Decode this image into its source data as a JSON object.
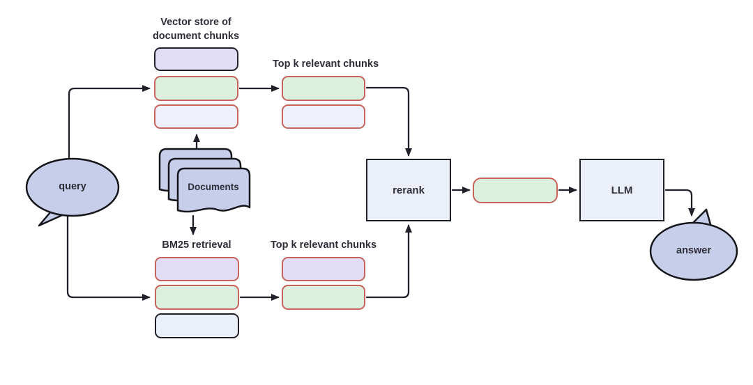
{
  "diagram": {
    "description": "Hybrid retrieval RAG pipeline flowchart",
    "colors": {
      "purple_fill": "#e2ddf7",
      "green_fill": "#dbf0df",
      "lavender_fill": "#eef1fa",
      "blue_fill": "#eaeff8",
      "bubble_fill": "#c6cee9",
      "red_border": "#c9625a",
      "dark_border": "#20202a",
      "text": "#2e2e38",
      "background": "#ffffff"
    },
    "nodes": {
      "query": {
        "label": "query",
        "shape": "speech-bubble",
        "fill": "#c6cee9"
      },
      "documents": {
        "label": "Documents",
        "shape": "document-stack",
        "fill": "#c6cee9"
      },
      "vector_store": {
        "title": "Vector store of document chunks",
        "chunks": [
          {
            "fill": "#e2ddf7",
            "border": "#20202a"
          },
          {
            "fill": "#dbf0df",
            "border": "#c9625a"
          },
          {
            "fill": "#eef1fa",
            "border": "#c9625a"
          }
        ]
      },
      "top_k_vector": {
        "title": "Top k relevant chunks",
        "chunks": [
          {
            "fill": "#dbf0df",
            "border": "#c9625a"
          },
          {
            "fill": "#eef1fa",
            "border": "#c9625a"
          }
        ]
      },
      "bm25": {
        "title": "BM25 retrieval",
        "chunks": [
          {
            "fill": "#e2ddf7",
            "border": "#c9625a"
          },
          {
            "fill": "#dbf0df",
            "border": "#c9625a"
          },
          {
            "fill": "#eaeff8",
            "border": "#20202a"
          }
        ]
      },
      "top_k_bm25": {
        "title": "Top k relevant chunks",
        "chunks": [
          {
            "fill": "#e2ddf7",
            "border": "#c9625a"
          },
          {
            "fill": "#dbf0df",
            "border": "#c9625a"
          }
        ]
      },
      "rerank": {
        "label": "rerank",
        "fill": "#eaeff8"
      },
      "reranked_chunk": {
        "fill": "#dbf0df",
        "border": "#c9625a"
      },
      "llm": {
        "label": "LLM",
        "fill": "#eaeff8"
      },
      "answer": {
        "label": "answer",
        "shape": "speech-bubble",
        "fill": "#c6cee9"
      }
    },
    "edges": [
      {
        "from": "query",
        "to": "vector-store"
      },
      {
        "from": "query",
        "to": "bm25-retrieval"
      },
      {
        "from": "documents",
        "to": "vector-store"
      },
      {
        "from": "documents",
        "to": "bm25-retrieval"
      },
      {
        "from": "vector-store",
        "to": "top-k-relevant-chunks-vector"
      },
      {
        "from": "bm25-retrieval",
        "to": "top-k-relevant-chunks-bm25"
      },
      {
        "from": "top-k-relevant-chunks-vector",
        "to": "rerank"
      },
      {
        "from": "top-k-relevant-chunks-bm25",
        "to": "rerank"
      },
      {
        "from": "rerank",
        "to": "reranked-chunk"
      },
      {
        "from": "reranked-chunk",
        "to": "llm"
      },
      {
        "from": "llm",
        "to": "answer"
      }
    ]
  }
}
